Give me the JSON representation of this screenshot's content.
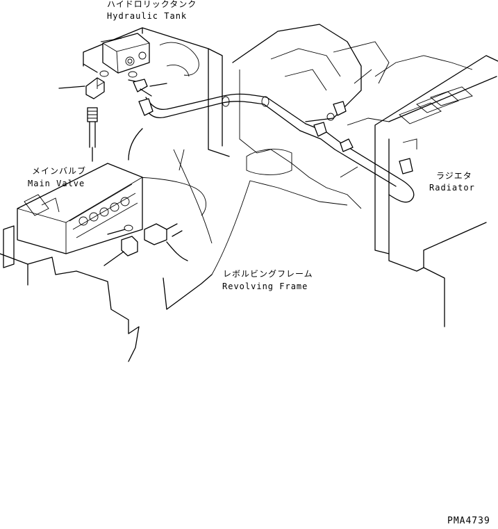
{
  "labels": {
    "hydraulic_tank_jp": "ハイドロリックタンク",
    "hydraulic_tank_en": "Hydraulic Tank",
    "main_valve_jp": "メインバルブ",
    "main_valve_en": "Main Valve",
    "radiator_jp": "ラジエタ",
    "radiator_en": "Radiator",
    "revolving_frame_jp": "レボルビングフレーム",
    "revolving_frame_en": "Revolving Frame"
  },
  "drawing_code": "PMA4739"
}
